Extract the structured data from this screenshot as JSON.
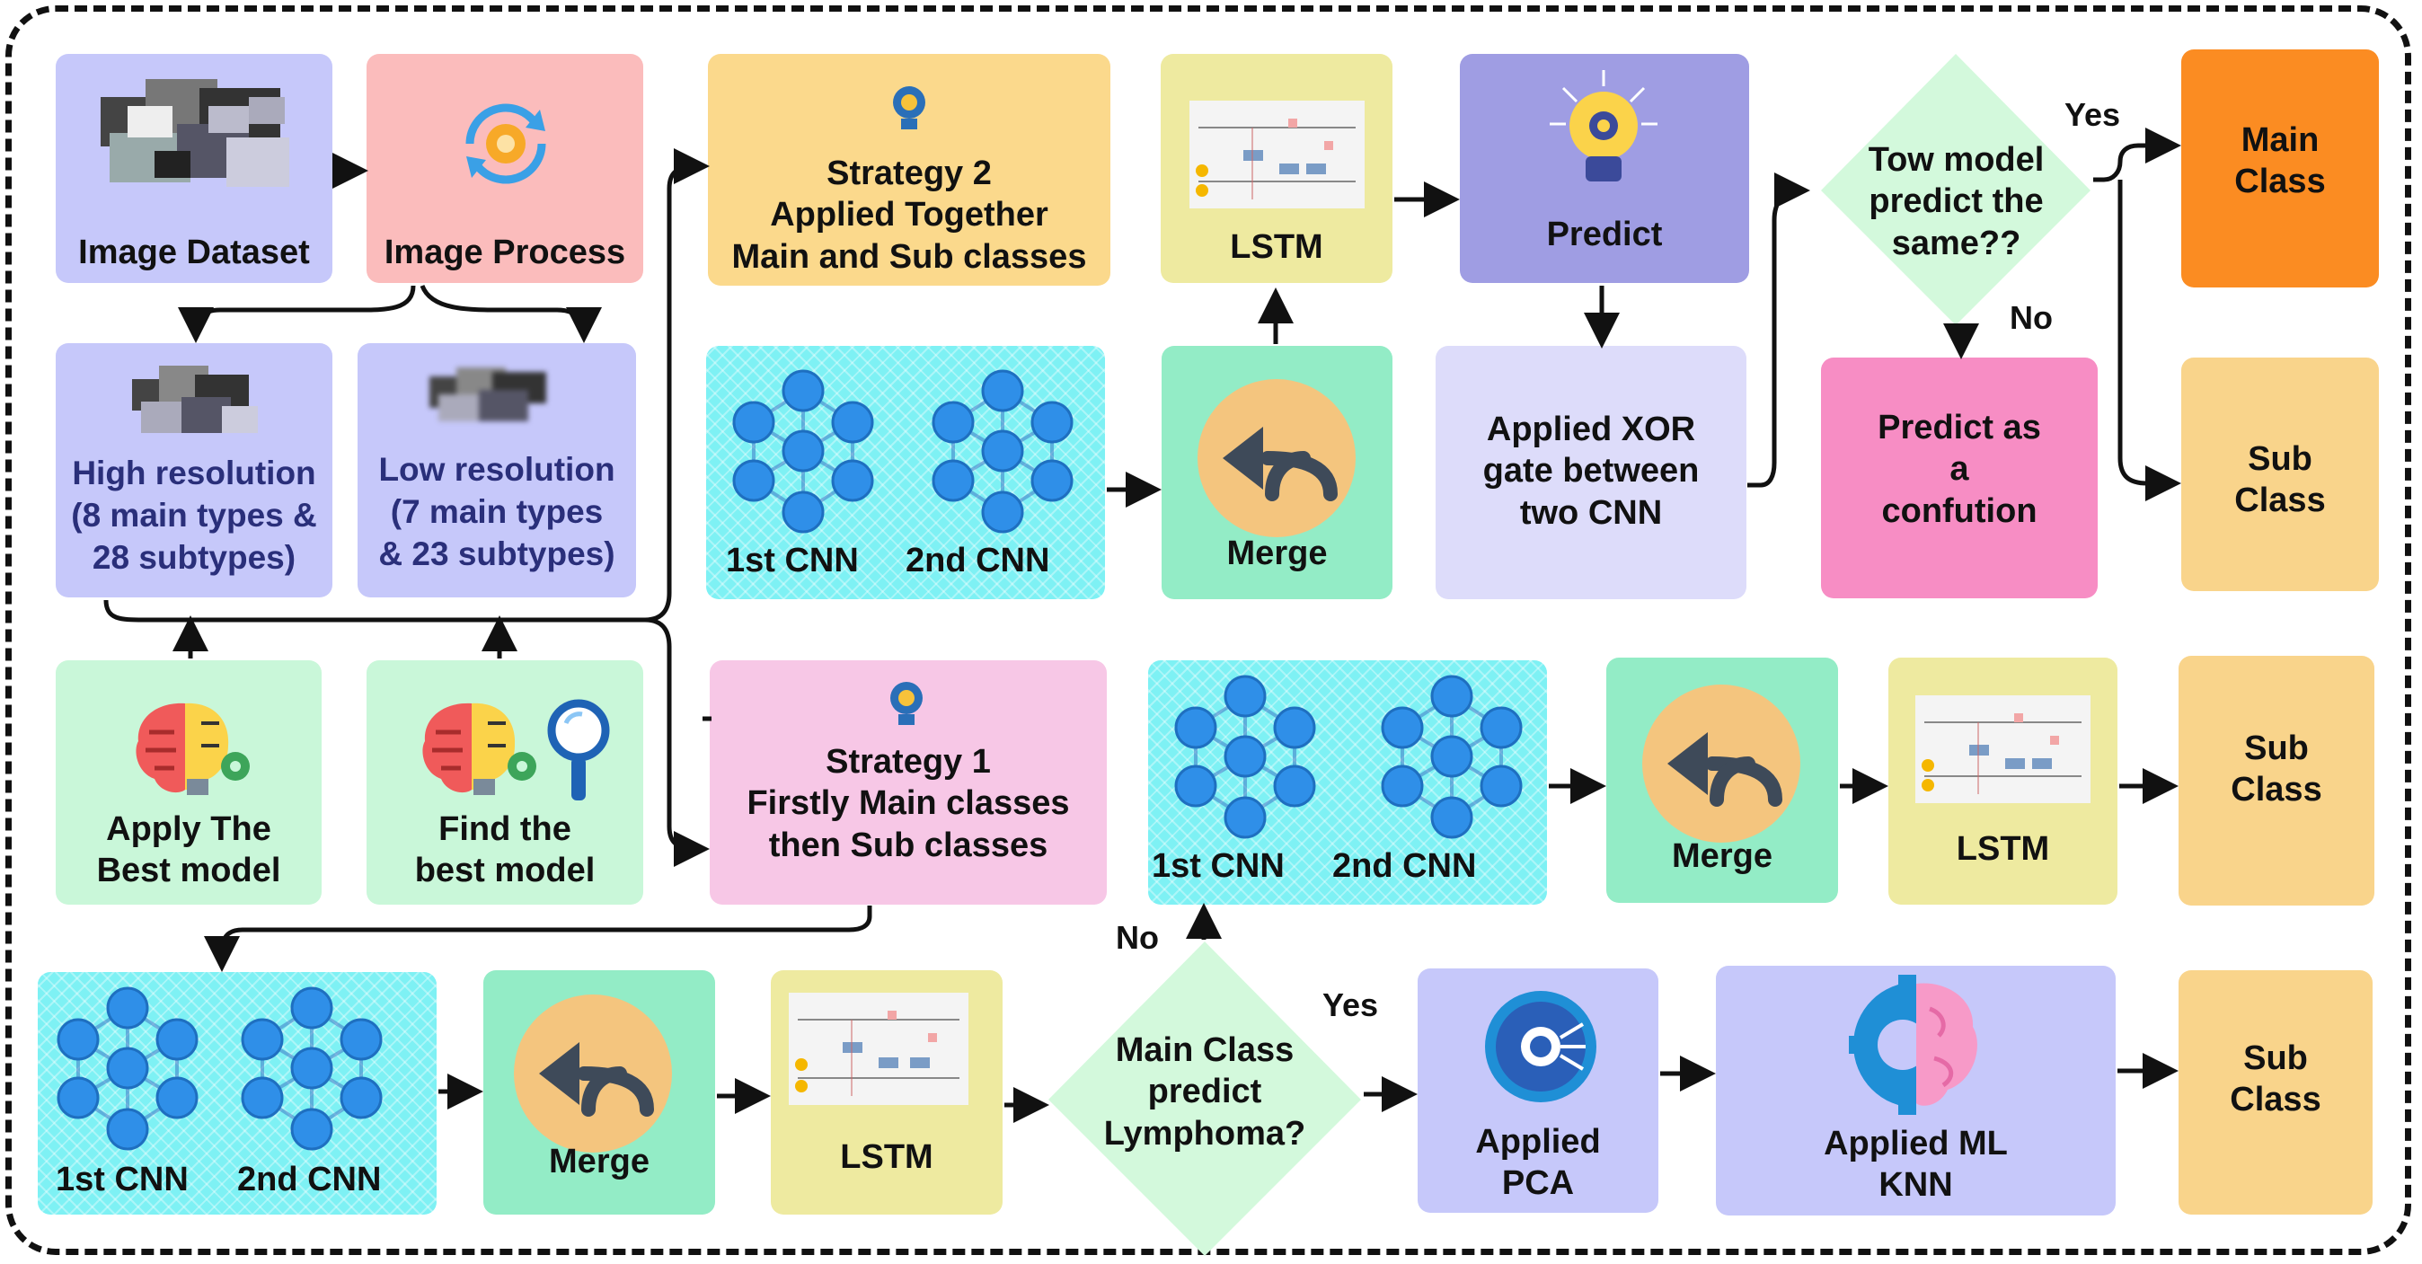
{
  "colors": {
    "purple": "#c6c8fa",
    "pink": "#fbbcbc",
    "yellow": "#fbd98c",
    "cream": "#eeeaa0",
    "indigo": "#9f9de3",
    "lavender": "#dddcfa",
    "green": "#c9f7d9",
    "mint": "#93ecc6",
    "cyan": "#7ef1f4",
    "orange": "#fb8c22",
    "sand": "#f9d48b",
    "magenta": "#f78dc4",
    "lightpink": "#f7c7e6",
    "diamond": "#d3f9dc"
  },
  "nodes": {
    "image_dataset": "Image Dataset",
    "image_process": "Image Process",
    "high_res": "High resolution\n(8 main types &\n28 subtypes)",
    "low_res": "Low resolution\n(7 main types\n& 23 subtypes)",
    "apply_best": "Apply The\nBest model",
    "find_best": "Find the\nbest model",
    "strategy2": "Strategy 2\nApplied Together\nMain  and Sub classes",
    "strategy1": "Strategy 1\nFirstly Main classes\nthen Sub classes",
    "cnn1": "1st CNN",
    "cnn2": "2nd CNN",
    "merge": "Merge",
    "lstm": "LSTM",
    "predict": "Predict",
    "xor": "Applied XOR\ngate between\ntwo CNN",
    "tow_model": "Tow model\npredict the\nsame??",
    "predict_confution": "Predict as\na\nconfution",
    "main_class": "Main\nClass",
    "sub_class": "Sub\nClass",
    "main_lymphoma": "Main Class\npredict\nLymphoma?",
    "pca": "Applied\nPCA",
    "ml_knn": "Applied ML\nKNN",
    "yes": "Yes",
    "no": "No"
  },
  "icons": [
    "image-thumbnails-icon",
    "gear-cycle-icon",
    "lightbulb-icon",
    "lightbulb-gear-icon",
    "brain-bulb-icon",
    "magnifier-icon",
    "neural-network-icon",
    "merge-arrow-icon",
    "lstm-cell-icon",
    "pca-icon",
    "gear-brain-icon"
  ]
}
